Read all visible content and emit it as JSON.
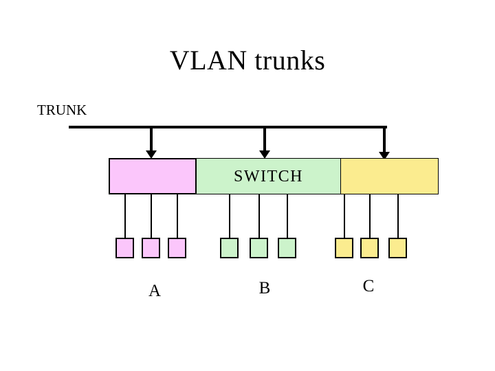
{
  "slide": {
    "title": "VLAN trunks",
    "background_color": "#ffffff",
    "line_color": "#000000"
  },
  "trunk": {
    "label": "TRUNK",
    "arrow_count": 3
  },
  "switch": {
    "label": "SWITCH"
  },
  "vlans": [
    {
      "label": "A",
      "color": "#fbc6fb",
      "port_count": 3
    },
    {
      "label": "B",
      "color": "#ccf3cb",
      "port_count": 3
    },
    {
      "label": "C",
      "color": "#fbec8f",
      "port_count": 3
    }
  ]
}
